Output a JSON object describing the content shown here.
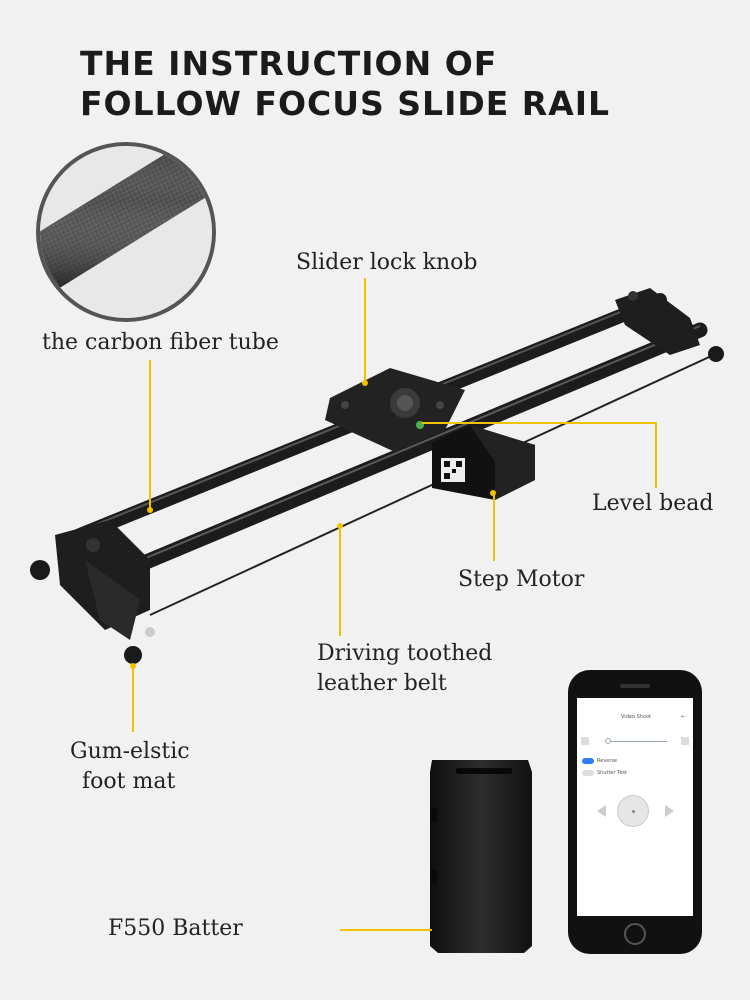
{
  "title": {
    "line1": "THE INSTRUCTION OF",
    "line2": "FOLLOW FOCUS SLIDE RAIL"
  },
  "labels": {
    "carbon_tube": "the carbon fiber tube",
    "slider_lock_knob": "Slider lock knob",
    "level_bead": "Level bead",
    "step_motor": "Step Motor",
    "belt_line1": "Driving toothed",
    "belt_line2": "leather belt",
    "foot_line1": "Gum-elstic",
    "foot_line2": "foot mat",
    "battery": "F550 Batter"
  },
  "phone_screen": {
    "header": "Video Shoot",
    "toggle1": "Reverse",
    "toggle2": "Shutter Test"
  },
  "colors": {
    "leader": "#f2c100",
    "background": "#f1f1f1",
    "product": "#1a1a1a"
  },
  "icons": [
    "carbon-tube-closeup",
    "slide-rail-product",
    "battery-product",
    "phone-app-screen"
  ]
}
